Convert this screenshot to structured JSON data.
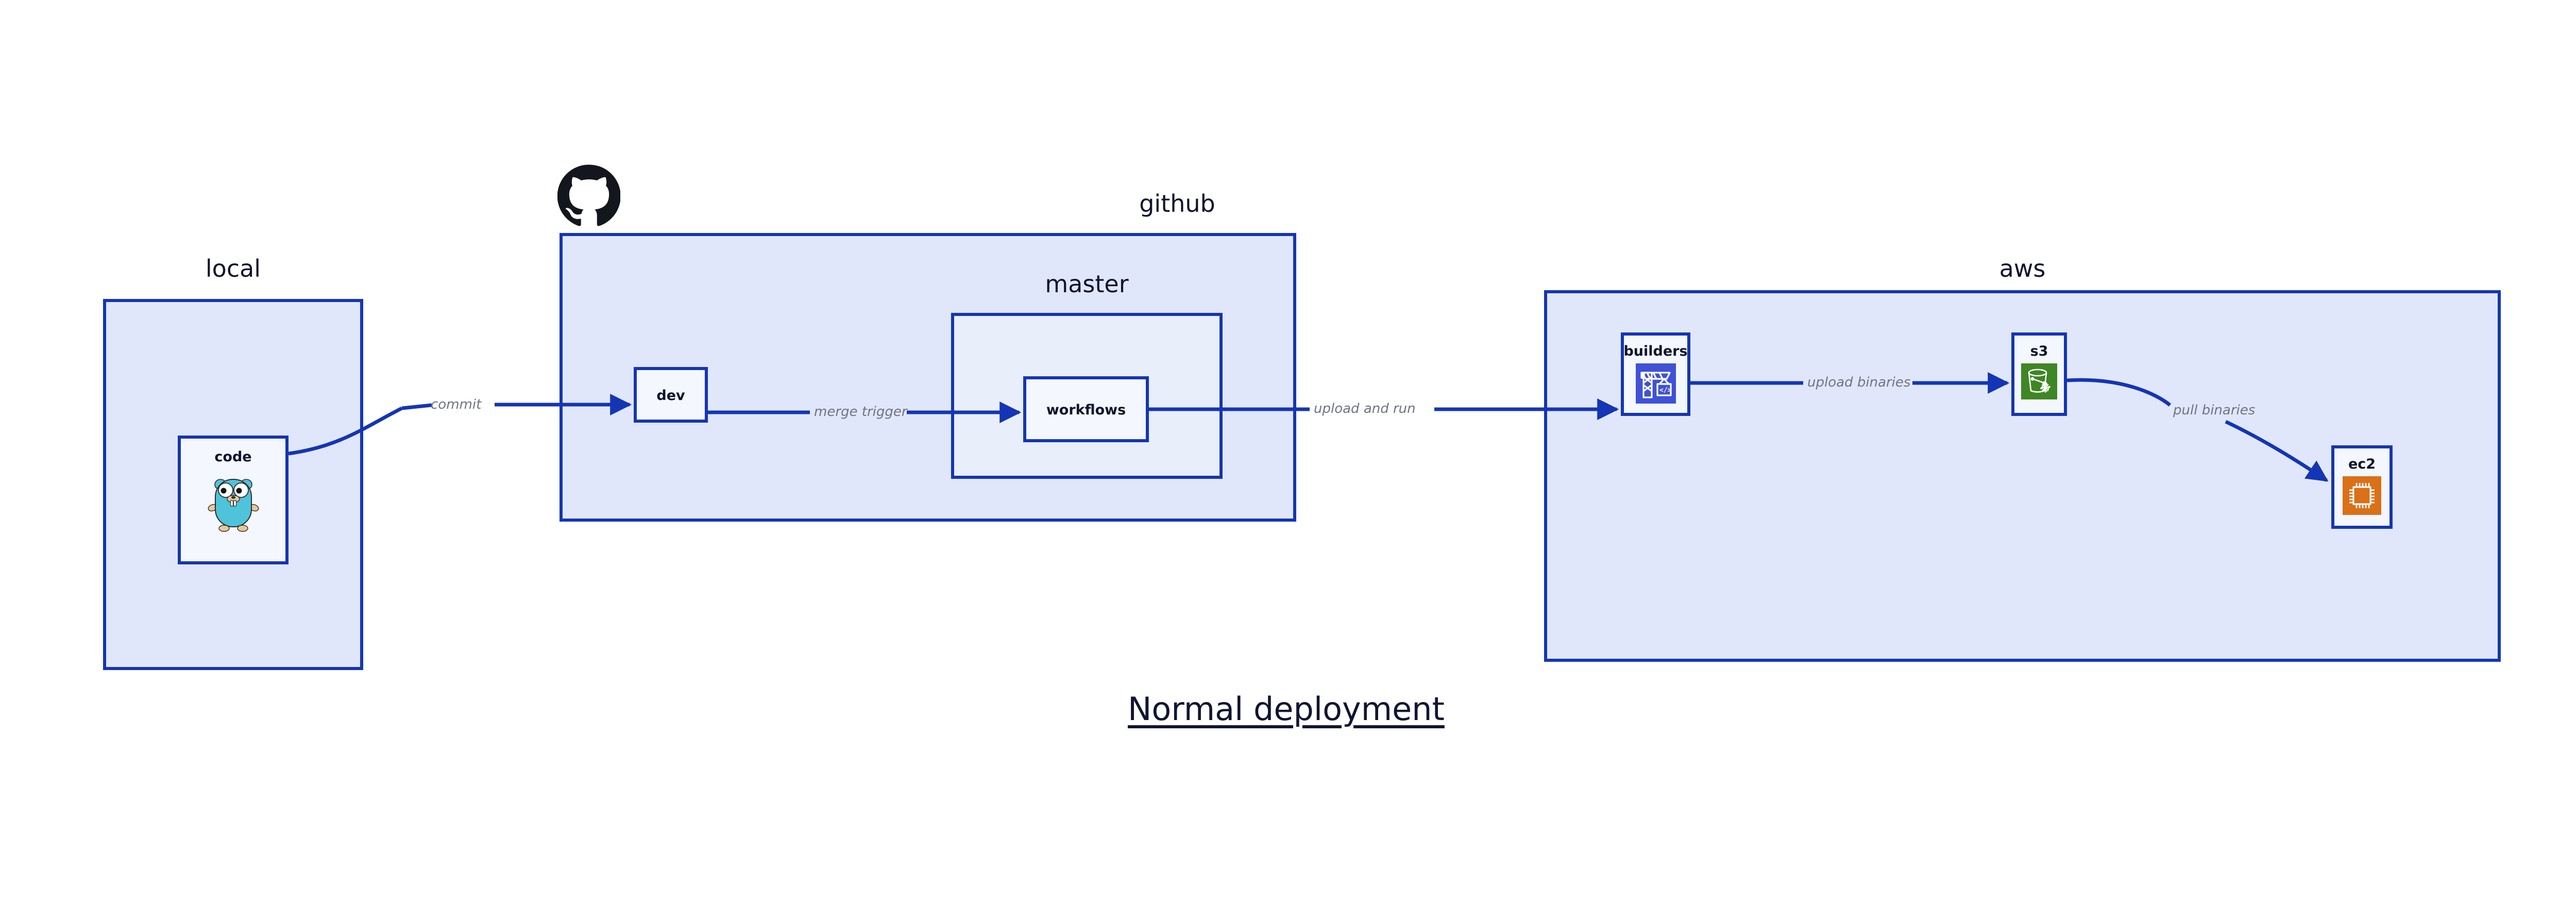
{
  "diagram": {
    "title": "Normal deployment",
    "background_color": "#ffffff",
    "cluster_fill": "#e1e7fa",
    "cluster_fill_level2": "#e9eefb",
    "node_fill": "#f4f7fe",
    "border_color": "#1435b5",
    "edge_color": "#1435b5",
    "edge_label_color": "#6f7385",
    "text_color": "#10142c"
  },
  "clusters": [
    {
      "id": "local",
      "label": "local"
    },
    {
      "id": "github",
      "label": "github"
    },
    {
      "id": "master",
      "label": "master"
    },
    {
      "id": "aws",
      "label": "aws"
    }
  ],
  "nodes": [
    {
      "id": "code",
      "label": "code",
      "icon": "go-gopher-icon",
      "cluster": "local"
    },
    {
      "id": "dev",
      "label": "dev",
      "icon": null,
      "cluster": "github"
    },
    {
      "id": "workflows",
      "label": "workflows",
      "icon": null,
      "cluster": "master"
    },
    {
      "id": "builders",
      "label": "builders",
      "icon": "aws-builders-icon",
      "cluster": "aws",
      "icon_color": "#3f51d6"
    },
    {
      "id": "s3",
      "label": "s3",
      "icon": "aws-s3-icon",
      "cluster": "aws",
      "icon_color": "#3f8624"
    },
    {
      "id": "ec2",
      "label": "ec2",
      "icon": "aws-ec2-icon",
      "cluster": "aws",
      "icon_color": "#da7017"
    }
  ],
  "edges": [
    {
      "from": "code",
      "to": "dev",
      "label": "commit"
    },
    {
      "from": "dev",
      "to": "workflows",
      "label": "merge trigger"
    },
    {
      "from": "workflows",
      "to": "builders",
      "label": "upload and run"
    },
    {
      "from": "builders",
      "to": "s3",
      "label": "upload binaries"
    },
    {
      "from": "s3",
      "to": "ec2",
      "label": "pull binaries"
    }
  ],
  "branding": {
    "github_logo": "github-octocat-icon"
  }
}
